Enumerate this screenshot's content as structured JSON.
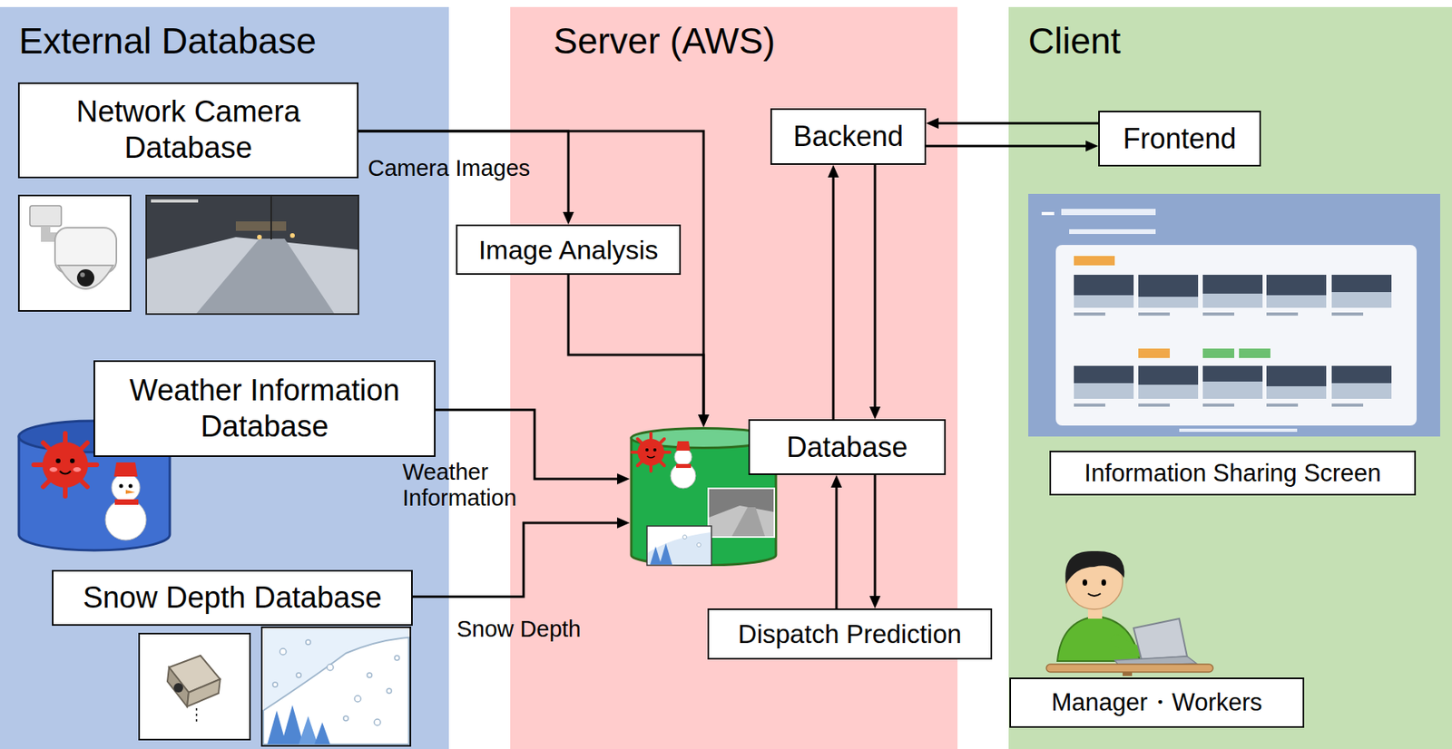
{
  "diagram": {
    "nodes": [
      {
        "text": [
          "External Database"
        ]
      },
      {
        "text": [
          "Network Camera Database"
        ],
        "in": 0
      },
      {
        "text": [
          "Weather Information Database"
        ],
        "in": 0
      },
      {
        "text": [
          "Snow Depth Database"
        ],
        "in": 0
      },
      {
        "text": [
          "Server (AWS)"
        ]
      },
      {
        "text": [
          "Backend"
        ],
        "in": 4
      },
      {
        "text": [
          "Image Analysis"
        ],
        "in": 4
      },
      {
        "text": [
          "Database"
        ],
        "in": 4
      },
      {
        "text": [
          "Dispatch Prediction"
        ],
        "in": 4
      },
      {
        "text": [
          "Client"
        ]
      },
      {
        "text": [
          "Frontend"
        ],
        "in": 9
      },
      {
        "text": [
          "Information Sharing Screen"
        ],
        "in": 9
      },
      {
        "text": [
          "Manager・Workers"
        ],
        "in": 9
      }
    ],
    "edges": [
      {
        "from": 1,
        "to": 6,
        "arrow": "to"
      },
      {
        "from": 1,
        "to": 7,
        "label": "Camera Images",
        "arrow": "to"
      },
      {
        "from": 6,
        "to": 7,
        "arrow": "to"
      },
      {
        "from": 2,
        "to": 7,
        "label": "Weather Information",
        "arrow": "to"
      },
      {
        "from": 3,
        "to": 7,
        "label": "Snow Depth",
        "arrow": "to"
      },
      {
        "from": 5,
        "to": 7,
        "arrow": "to"
      },
      {
        "from": 7,
        "to": 5,
        "arrow": "to"
      },
      {
        "from": 7,
        "to": 8,
        "arrow": "to"
      },
      {
        "from": 8,
        "to": 7,
        "arrow": "to"
      },
      {
        "from": 5,
        "to": 10,
        "arrow": "to"
      },
      {
        "from": 10,
        "to": 5,
        "arrow": "to"
      }
    ]
  }
}
